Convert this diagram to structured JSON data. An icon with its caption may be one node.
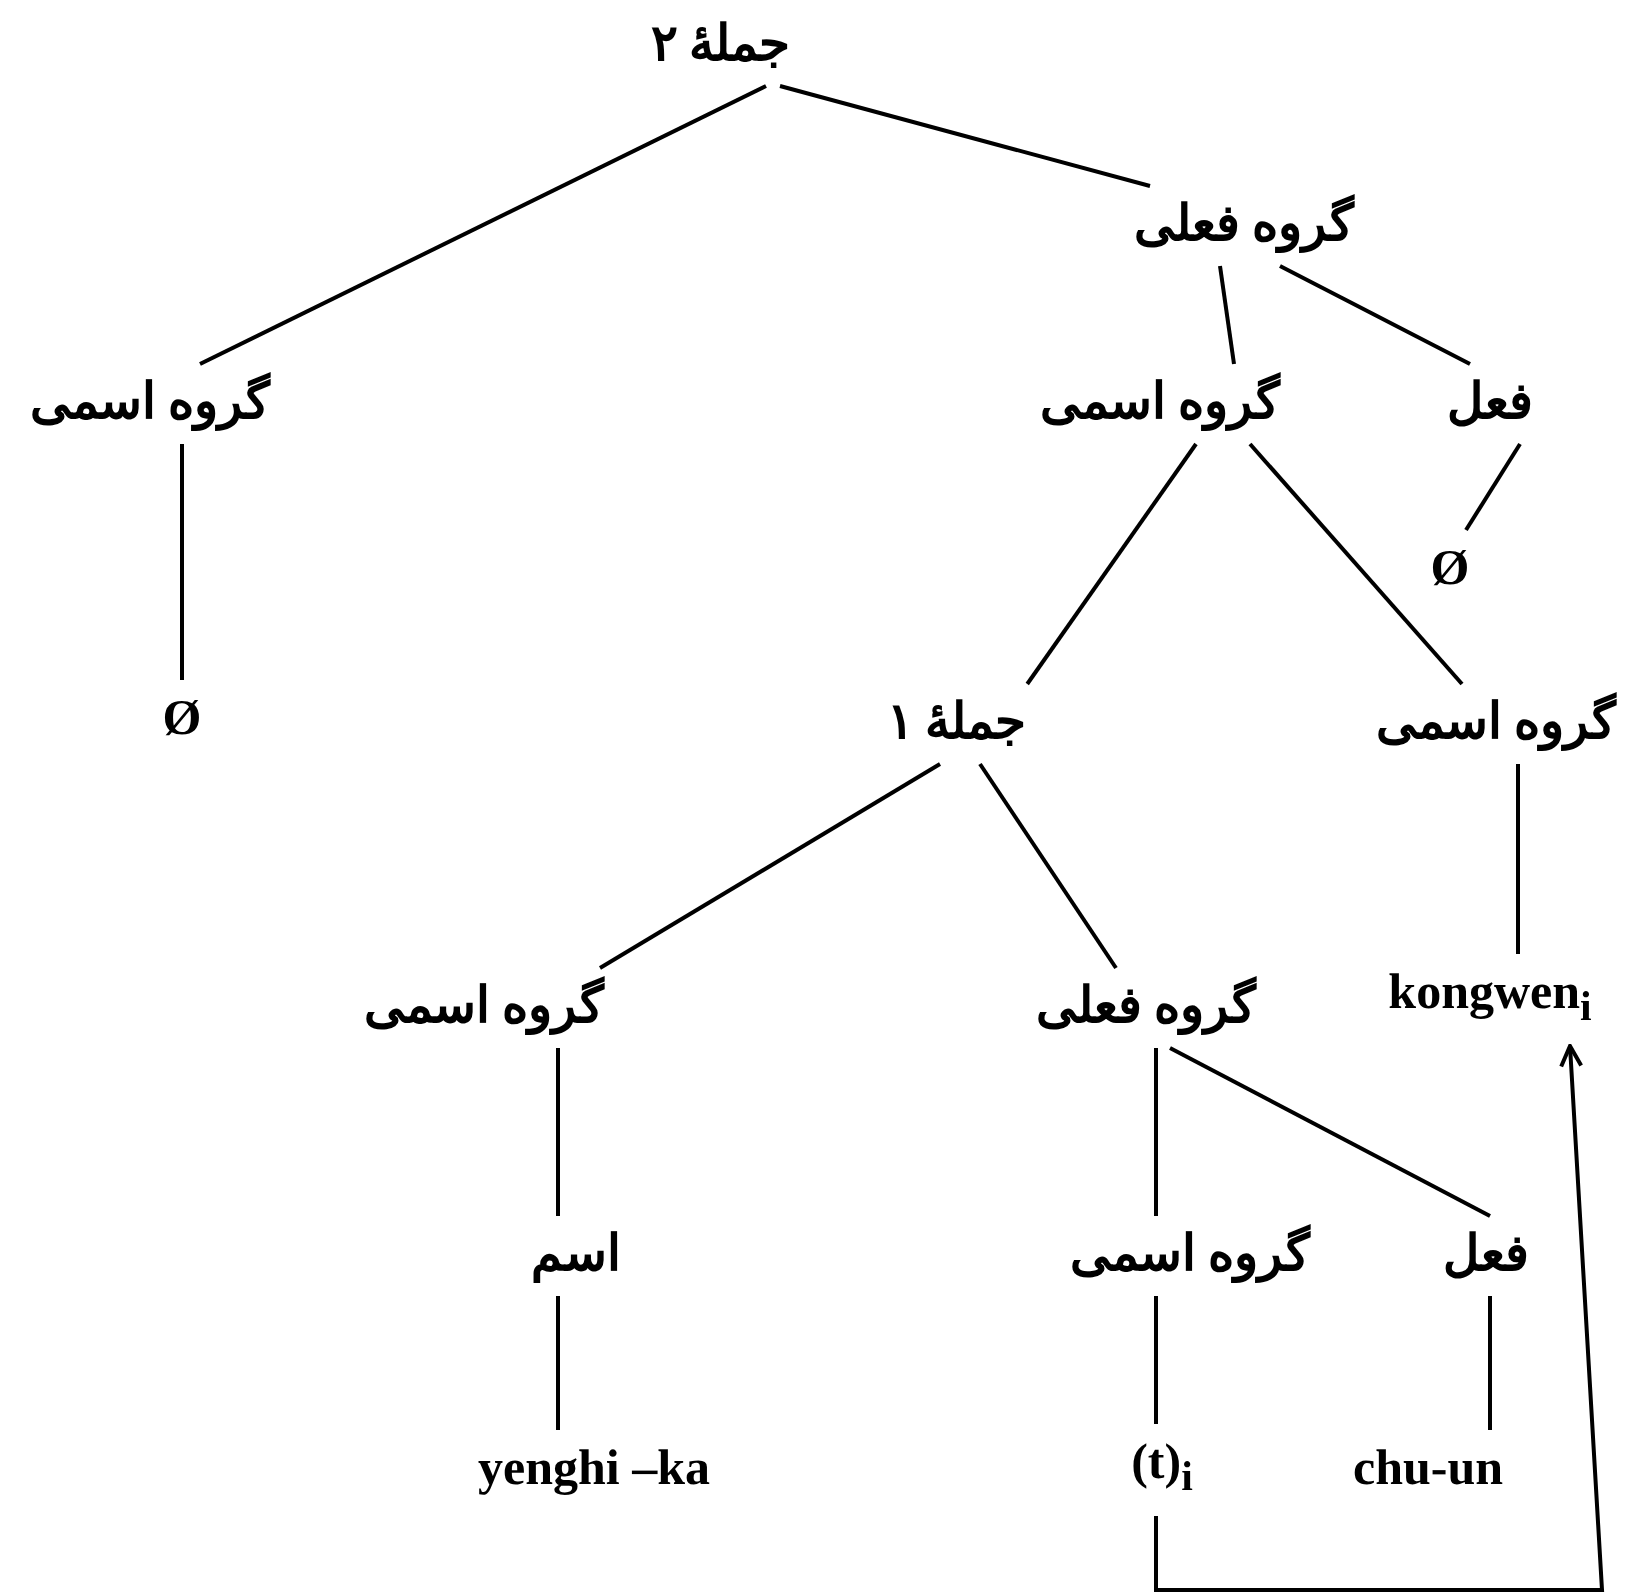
{
  "diagram": {
    "nodes": [
      {
        "text": [
          "جملهٔ ۲"
        ]
      },
      {
        "text": [
          "گروه فعلی"
        ]
      },
      {
        "text": [
          "گروه اسمی"
        ]
      },
      {
        "text": [
          "گروه اسمی"
        ]
      },
      {
        "text": [
          "فعل"
        ]
      },
      {
        "text": [
          "Ø"
        ]
      },
      {
        "text": [
          "Ø"
        ]
      },
      {
        "text": [
          "جملهٔ ۱"
        ]
      },
      {
        "text": [
          "گروه اسمی"
        ]
      },
      {
        "text": [
          "گروه اسمی"
        ]
      },
      {
        "text": [
          "گروه فعلی"
        ]
      },
      {
        "text": [
          "kongwen$_{i}$"
        ]
      },
      {
        "text": [
          "اسم"
        ]
      },
      {
        "text": [
          "گروه اسمی"
        ]
      },
      {
        "text": [
          "فعل"
        ]
      },
      {
        "text": [
          "yenghi –ka"
        ]
      },
      {
        "text": [
          "(t)$_{i}$"
        ]
      },
      {
        "text": [
          "chu-un"
        ]
      }
    ],
    "edges": [
      {
        "from": 0,
        "to": 2,
        "arrow": "none"
      },
      {
        "from": 0,
        "to": 1,
        "arrow": "none"
      },
      {
        "from": 1,
        "to": 3,
        "arrow": "none"
      },
      {
        "from": 1,
        "to": 4,
        "arrow": "none"
      },
      {
        "from": 2,
        "to": 5,
        "arrow": "none"
      },
      {
        "from": 4,
        "to": 6,
        "arrow": "none"
      },
      {
        "from": 3,
        "to": 7,
        "arrow": "none"
      },
      {
        "from": 3,
        "to": 8,
        "arrow": "none"
      },
      {
        "from": 7,
        "to": 9,
        "arrow": "none"
      },
      {
        "from": 7,
        "to": 10,
        "arrow": "none"
      },
      {
        "from": 8,
        "to": 11,
        "arrow": "none"
      },
      {
        "from": 9,
        "to": 12,
        "arrow": "none"
      },
      {
        "from": 10,
        "to": 13,
        "arrow": "none"
      },
      {
        "from": 10,
        "to": 14,
        "arrow": "none"
      },
      {
        "from": 12,
        "to": 15,
        "arrow": "none"
      },
      {
        "from": 13,
        "to": 16,
        "arrow": "none"
      },
      {
        "from": 14,
        "to": 17,
        "arrow": "none"
      },
      {
        "from": 16,
        "to": 11,
        "arrow": "to"
      }
    ]
  }
}
